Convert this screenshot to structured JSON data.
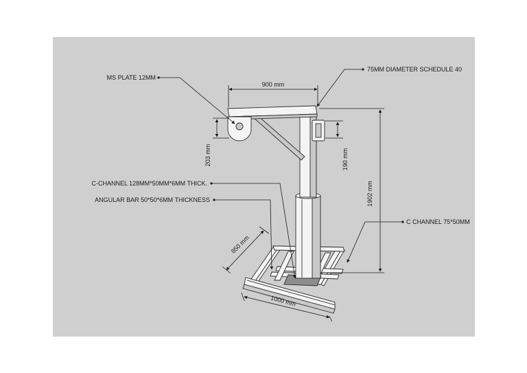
{
  "colors": {
    "background": "#ffffff",
    "panel": "#cfcfcf",
    "line": "#1a1a1a",
    "part": "#f4f4f4"
  },
  "labels": {
    "ms_plate": "MS PLATE 12MM",
    "pipe": "75MM DIAMETER SCHEDULE 40",
    "c_channel_large": "C-CHANNEL 128MM*50MM*6MM THICK.",
    "angular_bar": "ANGULAR BAR 50*50*6MM THICKNESS",
    "c_channel_small": "C CHANNEL 75*50MM"
  },
  "dimensions": {
    "arm_length": "900 mm",
    "plate_height": "203 mm",
    "bracket_height": "190 mm",
    "overall_height": "1902 mm",
    "base_depth": "850 mm",
    "base_width": "1000 mm"
  }
}
